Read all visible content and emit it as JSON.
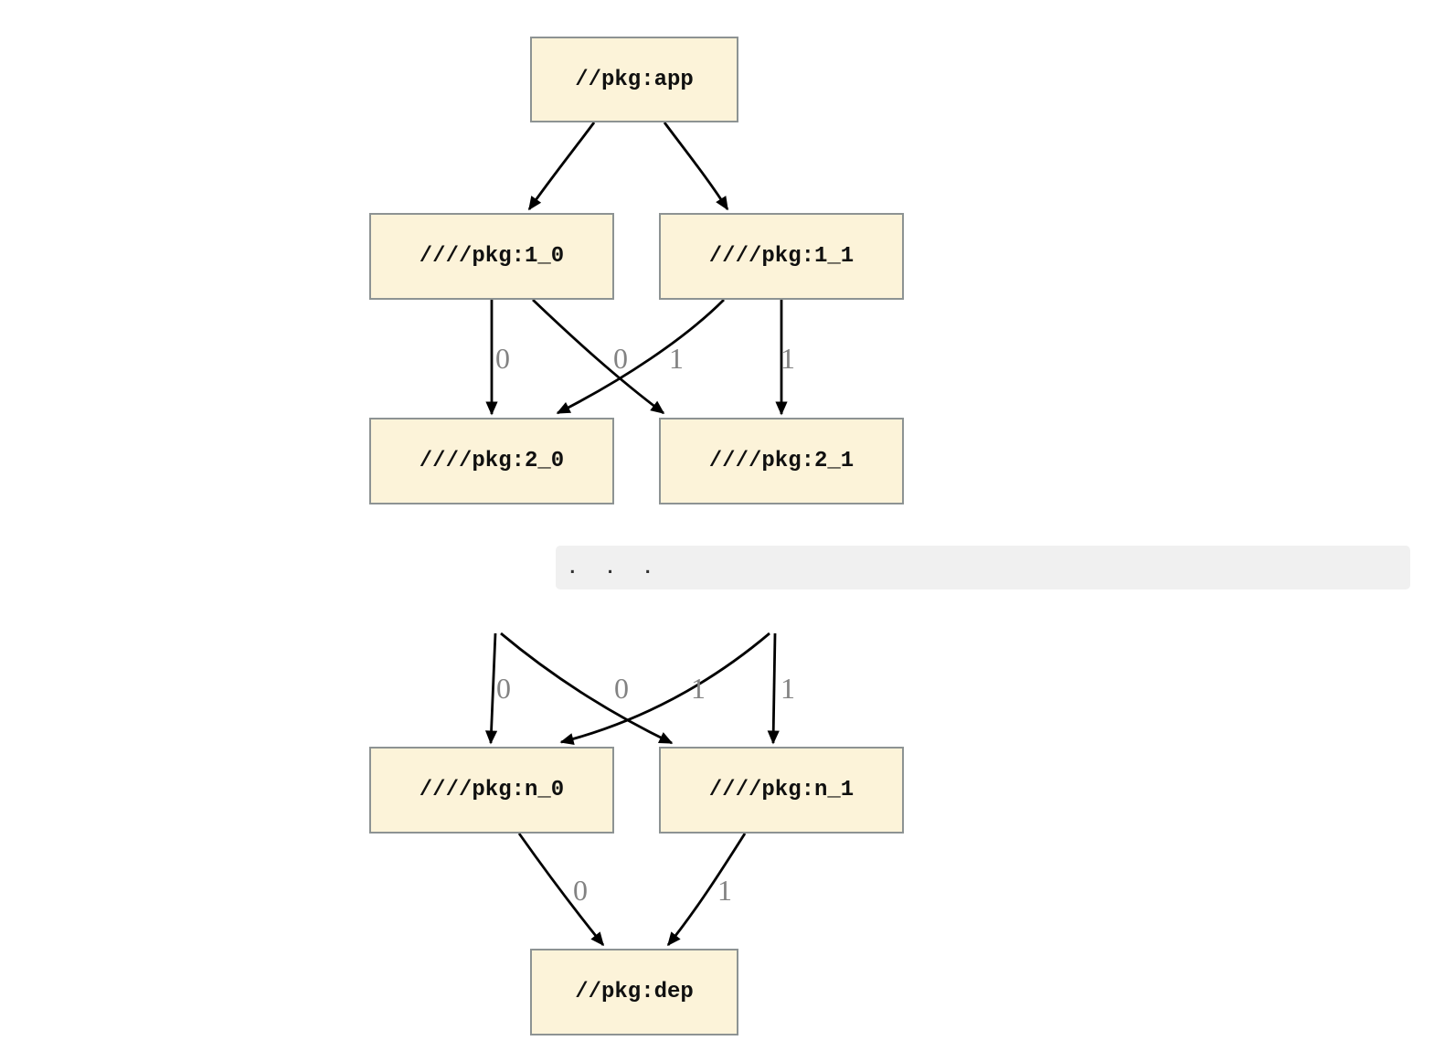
{
  "diagram": {
    "colors": {
      "background": "#FFFFFF",
      "node_fill": "#FCF3D9",
      "node_border": "#8D9393",
      "edge_color": "#000000",
      "edge_label_color": "#828282",
      "ellipsis_bar_bg": "#F0F0F0",
      "ellipsis_dots_color": "#303030"
    },
    "ellipsis": ". . .",
    "nodes": [
      {
        "id": "app",
        "label": "//pkg:app"
      },
      {
        "id": "1_0",
        "label": "////pkg:1_0"
      },
      {
        "id": "1_1",
        "label": "////pkg:1_1"
      },
      {
        "id": "2_0",
        "label": "////pkg:2_0"
      },
      {
        "id": "2_1",
        "label": "////pkg:2_1"
      },
      {
        "id": "n_0",
        "label": "////pkg:n_0"
      },
      {
        "id": "n_1",
        "label": "////pkg:n_1"
      },
      {
        "id": "dep",
        "label": "//pkg:dep"
      }
    ],
    "edges": [
      {
        "from": "app",
        "to": "1_0",
        "label": ""
      },
      {
        "from": "app",
        "to": "1_1",
        "label": ""
      },
      {
        "from": "1_0",
        "to": "2_0",
        "label": "0"
      },
      {
        "from": "1_0",
        "to": "2_1",
        "label": "0"
      },
      {
        "from": "1_1",
        "to": "2_0",
        "label": "1"
      },
      {
        "from": "1_1",
        "to": "2_1",
        "label": "1"
      },
      {
        "from": "…",
        "to": "n_0",
        "label": "0"
      },
      {
        "from": "…",
        "to": "n_1",
        "label": "0"
      },
      {
        "from": "…",
        "to": "n_0",
        "label": "1"
      },
      {
        "from": "…",
        "to": "n_1",
        "label": "1"
      },
      {
        "from": "n_0",
        "to": "dep",
        "label": "0"
      },
      {
        "from": "n_1",
        "to": "dep",
        "label": "1"
      }
    ]
  }
}
